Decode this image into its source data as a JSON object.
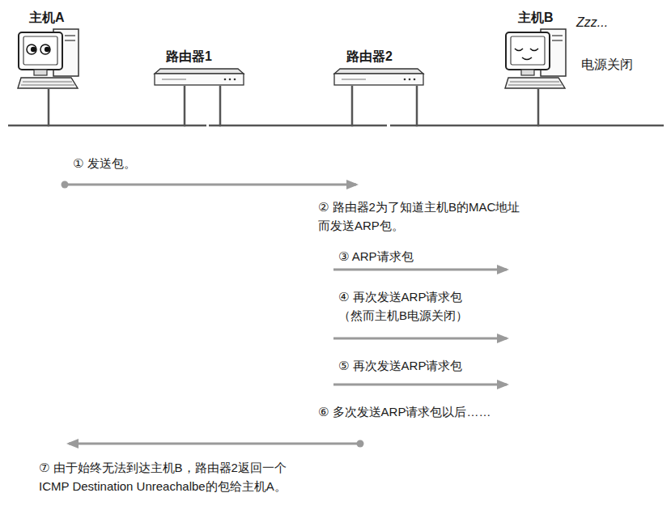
{
  "diagram": {
    "nodes": [
      {
        "text": [
          "主机A"
        ]
      },
      {
        "text": [
          "路由器1"
        ]
      },
      {
        "text": [
          "路由器2"
        ]
      },
      {
        "text": [
          "主机B",
          "Zzz...",
          "电源关闭"
        ]
      }
    ],
    "edges": [
      {
        "from": 0,
        "to": 1,
        "arrow": "none"
      },
      {
        "from": 1,
        "to": 2,
        "arrow": "none"
      },
      {
        "from": 2,
        "to": 3,
        "arrow": "none"
      }
    ],
    "labels": [
      "① 发送包。",
      "② 路由器2为了知道主机B的MAC地址 而发送ARP包。",
      "③ ARP请求包",
      "④ 再次发送ARP请求包 （然而主机B电源关闭）",
      "⑤ 再次发送ARP请求包",
      "⑥ 多次发送ARP请求包以后……",
      "⑦ 由于始终无法到达主机B，路由器2返回一个 ICMP Destination Unreachalbe的包给主机A。"
    ]
  }
}
